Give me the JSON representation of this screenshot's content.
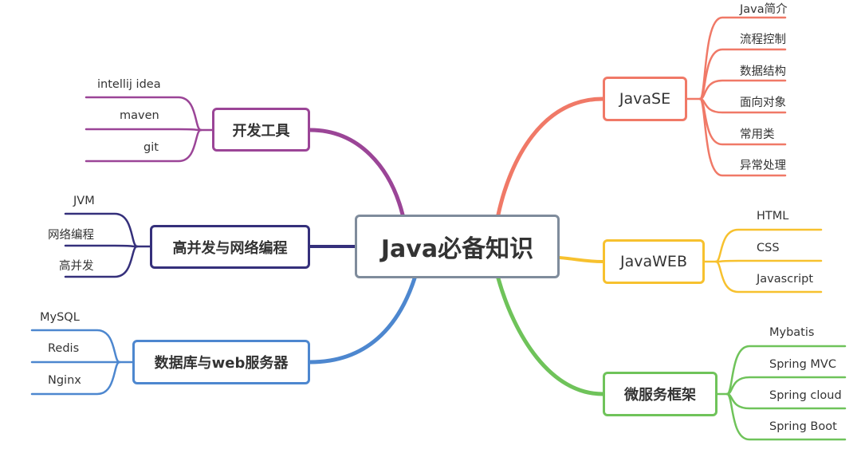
{
  "root": {
    "label": "Java必备知识"
  },
  "branches": [
    {
      "id": "javase",
      "label": "JavaSE",
      "color": "#f07967",
      "leaves": [
        "Java简介",
        "流程控制",
        "数据结构",
        "面向对象",
        "常用类",
        "异常处理"
      ]
    },
    {
      "id": "javaweb",
      "label": "JavaWEB",
      "color": "#f7c12e",
      "leaves": [
        "HTML",
        "CSS",
        "Javascript"
      ]
    },
    {
      "id": "micro",
      "label": "微服务框架",
      "color": "#6fc35a",
      "leaves": [
        "Mybatis",
        "Spring MVC",
        "Spring cloud",
        "Spring Boot"
      ]
    },
    {
      "id": "tools",
      "label": "开发工具",
      "color": "#9b4597",
      "leaves": [
        "intellij idea",
        "maven",
        "git"
      ]
    },
    {
      "id": "concurrency",
      "label": "高并发与网络编程",
      "color": "#35307b",
      "leaves": [
        "JVM",
        "网络编程",
        "高并发"
      ]
    },
    {
      "id": "database",
      "label": "数据库与web服务器",
      "color": "#4d87cf",
      "leaves": [
        "MySQL",
        "Redis",
        "Nginx"
      ]
    }
  ]
}
